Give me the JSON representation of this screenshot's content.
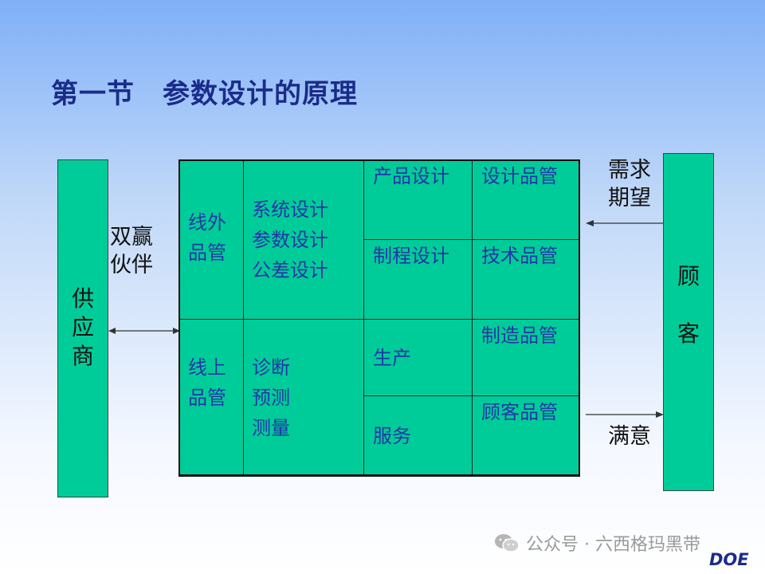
{
  "title": "第一节　参数设计的原理",
  "supplier": {
    "label": "供\n应\n商"
  },
  "partner": {
    "label": "双赢\n伙伴"
  },
  "customer": {
    "label": "顾\n\n客"
  },
  "demand": {
    "label": "需求\n期望"
  },
  "satisfaction": {
    "label": "满意"
  },
  "matrix": {
    "offline_label": "线外\n品管",
    "online_label": "线上\n品管",
    "offline_items": "系统设计\n参数设计\n公差设计",
    "online_items": "诊断\n预测\n测量",
    "product_design": "产品设计",
    "design_qc": "设计品管",
    "process_design": "制程设计",
    "technical_qc": "技术品管",
    "production": "生产",
    "manufacturing_qc": "制造品管",
    "service": "服务",
    "customer_qc": "顾客品管"
  },
  "footer": {
    "text": "公众号 · 六西格玛黑带",
    "icon": "wechat-icon"
  },
  "watermark": "DOE",
  "colors": {
    "box_fill": "#00cc99",
    "title": "#1a2c8a",
    "cell_text": "#2435a8"
  }
}
